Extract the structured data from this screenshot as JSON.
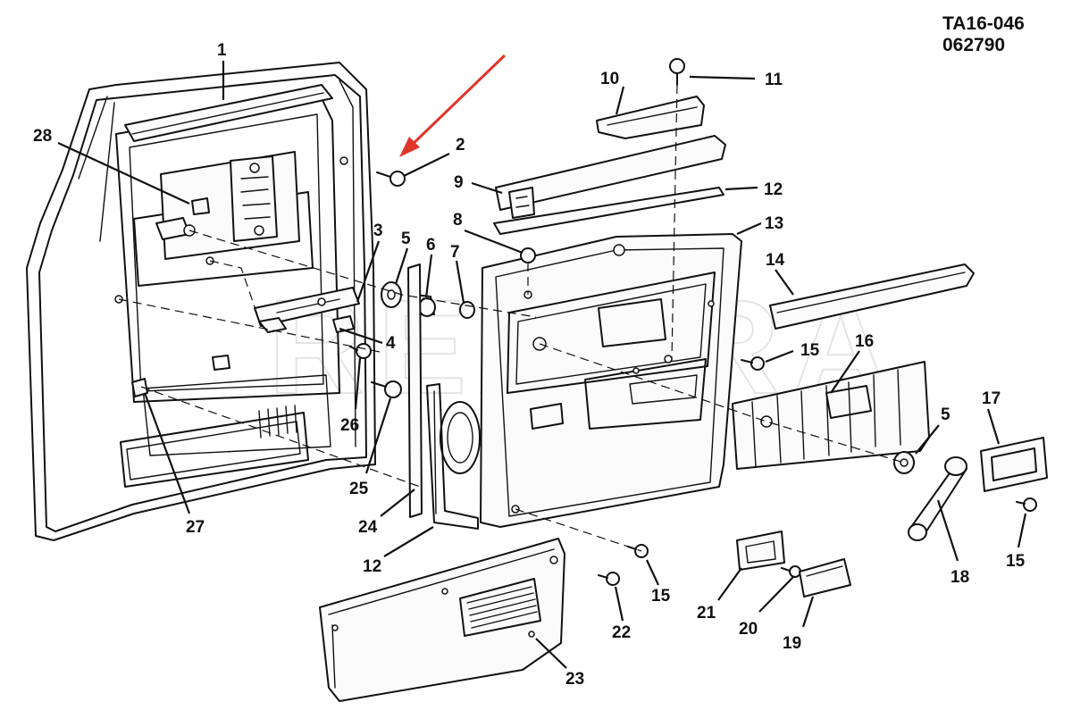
{
  "drawing_code": [
    "TA16-046",
    "062790"
  ],
  "watermark": "REXXRA",
  "arrow_color": "#e0352b",
  "line_color": "#111111",
  "callouts": [
    {
      "id": "c1",
      "label": "1"
    },
    {
      "id": "c2",
      "label": "2"
    },
    {
      "id": "c3",
      "label": "3"
    },
    {
      "id": "c4",
      "label": "4"
    },
    {
      "id": "c5a",
      "label": "5"
    },
    {
      "id": "c5b",
      "label": "5"
    },
    {
      "id": "c6",
      "label": "6"
    },
    {
      "id": "c7",
      "label": "7"
    },
    {
      "id": "c8",
      "label": "8"
    },
    {
      "id": "c9",
      "label": "9"
    },
    {
      "id": "c10",
      "label": "10"
    },
    {
      "id": "c11",
      "label": "11"
    },
    {
      "id": "c12a",
      "label": "12"
    },
    {
      "id": "c12b",
      "label": "12"
    },
    {
      "id": "c13",
      "label": "13"
    },
    {
      "id": "c14",
      "label": "14"
    },
    {
      "id": "c15a",
      "label": "15"
    },
    {
      "id": "c15b",
      "label": "15"
    },
    {
      "id": "c15c",
      "label": "15"
    },
    {
      "id": "c16",
      "label": "16"
    },
    {
      "id": "c17",
      "label": "17"
    },
    {
      "id": "c18",
      "label": "18"
    },
    {
      "id": "c19",
      "label": "19"
    },
    {
      "id": "c20",
      "label": "20"
    },
    {
      "id": "c21",
      "label": "21"
    },
    {
      "id": "c22",
      "label": "22"
    },
    {
      "id": "c23",
      "label": "23"
    },
    {
      "id": "c24",
      "label": "24"
    },
    {
      "id": "c25",
      "label": "25"
    },
    {
      "id": "c26",
      "label": "26"
    },
    {
      "id": "c27",
      "label": "27"
    },
    {
      "id": "c28",
      "label": "28"
    }
  ]
}
